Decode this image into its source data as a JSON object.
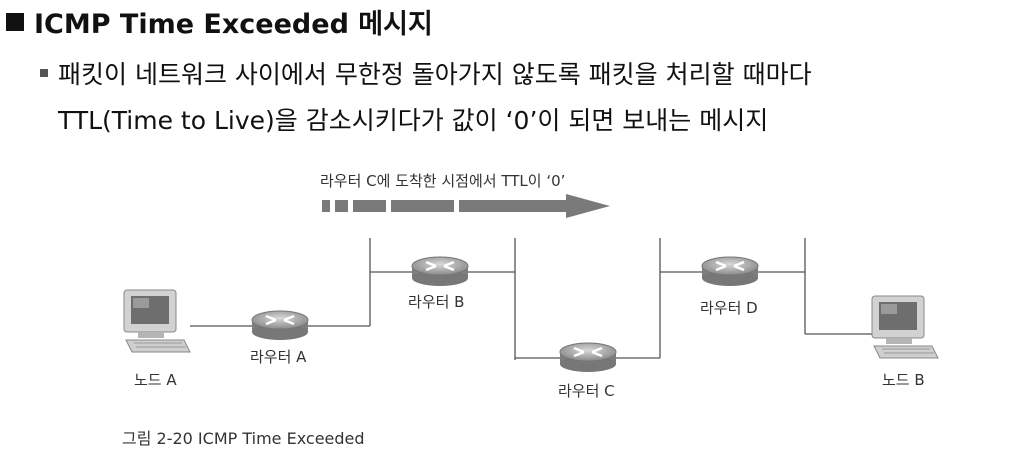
{
  "heading": {
    "title": "ICMP Time Exceeded 메시지"
  },
  "description": {
    "line1": "패킷이 네트워크 사이에서 무한정 돌아가지 않도록 패킷을 처리할 때마다",
    "line2": "TTL(Time to Live)을 감소시키다가 값이 ‘0’이 되면 보내는 메시지"
  },
  "diagram": {
    "arrow_label": "라우터 C에 도착한 시점에서 TTL이 ‘0’",
    "node_a": "노드 A",
    "node_b": "노드 B",
    "router_a": "라우터 A",
    "router_b": "라우터 B",
    "router_c": "라우터 C",
    "router_d": "라우터 D",
    "caption": "그림 2-20  ICMP Time Exceeded"
  },
  "colors": {
    "line": "#555555",
    "arrow": "#7a7a7a",
    "router_body": "#9a9a9a"
  }
}
